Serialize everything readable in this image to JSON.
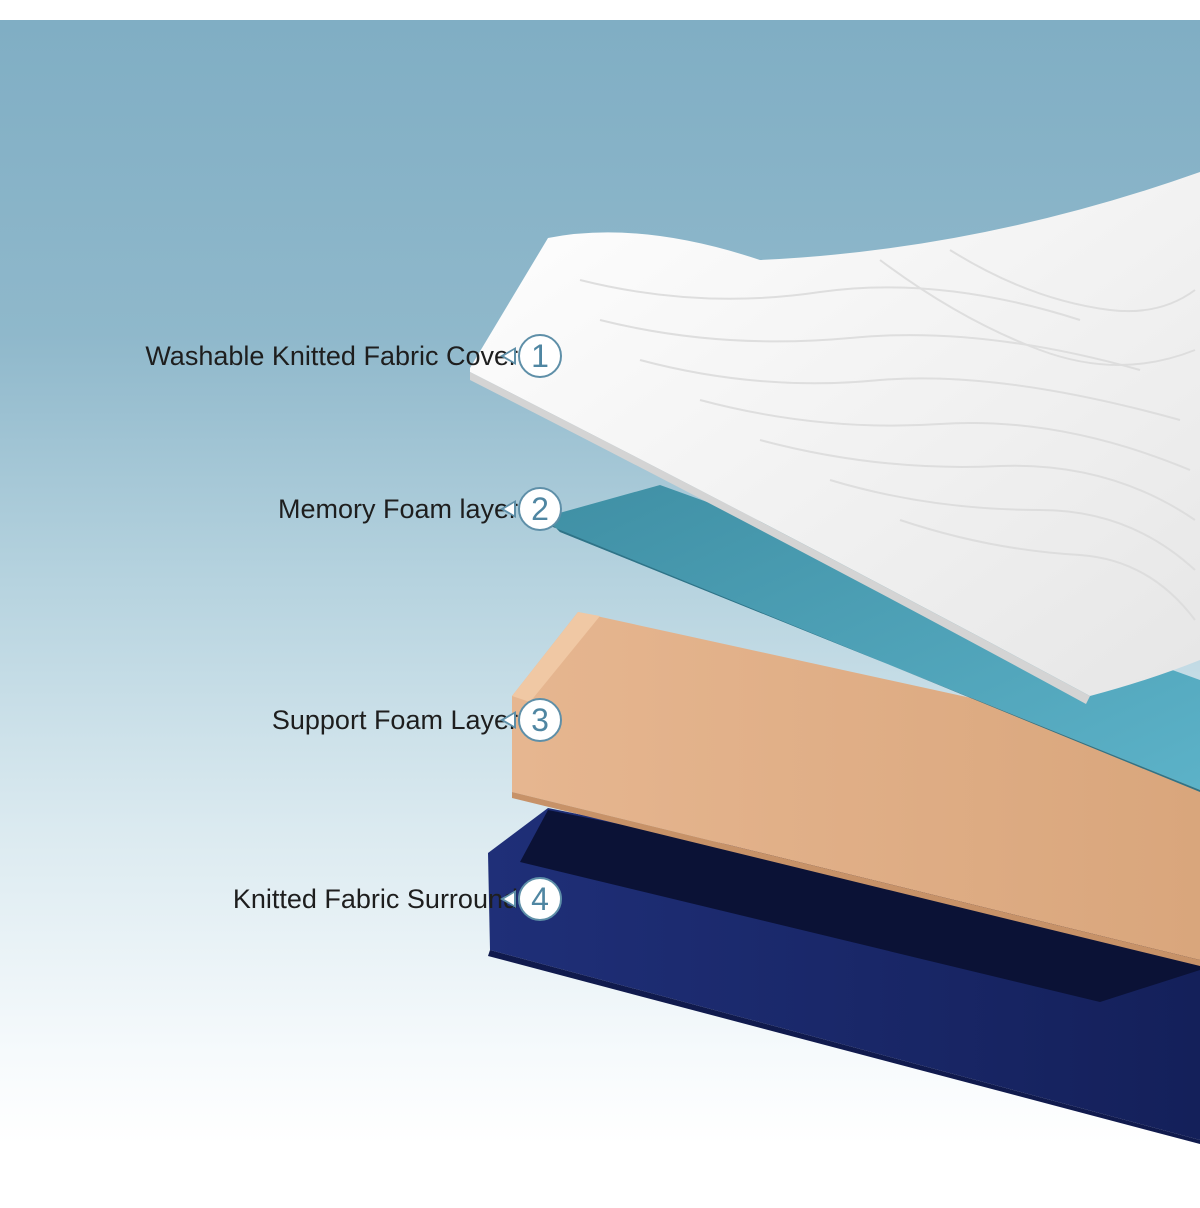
{
  "layers": [
    {
      "number": "1",
      "label": "Washable Knitted Fabric Cover"
    },
    {
      "number": "2",
      "label": "Memory Foam layer"
    },
    {
      "number": "3",
      "label": "Support Foam Layer"
    },
    {
      "number": "4",
      "label": "Knitted Fabric Surround"
    }
  ],
  "colors": {
    "cover": "#f2f2f2",
    "memory_foam": "#4fa3b9",
    "support_foam": "#e4b48c",
    "surround": "#1c2a6b",
    "badge_accent": "#4f86a2"
  }
}
